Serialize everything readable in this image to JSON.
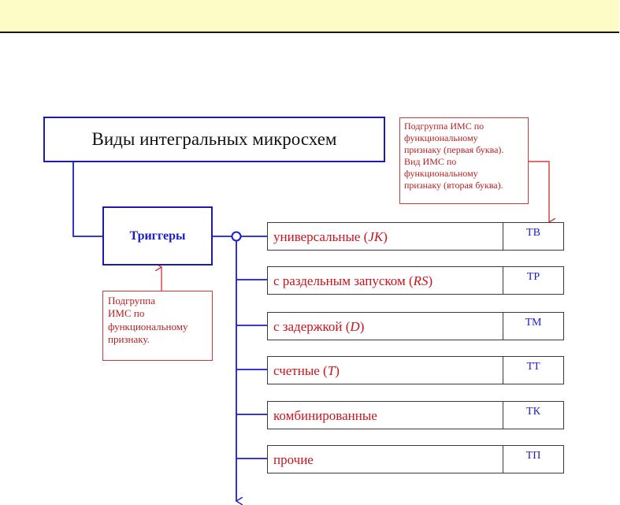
{
  "diagram": {
    "title": "Виды интегральных микросхем",
    "trigger_box": "Триггеры",
    "note_top": "Подгруппа ИМС по\nфункциональному\nпризнаку (первая буква).\nВид ИМС по\nфункциональному\nпризнаку (вторая буква).",
    "note_left": "Подгруппа\nИМС по\nфункциональному\nпризнаку.",
    "rows": [
      {
        "label_main": "универсальные (",
        "label_italic": "JK",
        "label_end": ")",
        "code": "ТВ"
      },
      {
        "label_main": "с раздельным запуском (",
        "label_italic": "RS",
        "label_end": ")",
        "code": "ТР"
      },
      {
        "label_main": "с задержкой (",
        "label_italic": "D",
        "label_end": ")",
        "code": "ТМ"
      },
      {
        "label_main": "счетные (",
        "label_italic": "T",
        "label_end": ")",
        "code": "ТТ"
      },
      {
        "label_main": "комбинированные",
        "label_italic": "",
        "label_end": "",
        "code": "ТК"
      },
      {
        "label_main": "прочие",
        "label_italic": "",
        "label_end": "",
        "code": "ТП"
      }
    ],
    "colors": {
      "header_bg": "#fdfbc6",
      "box_border": "#1c1ca8",
      "wire": "#1c1cd0",
      "note_red": "#d23a3a",
      "label_red": "#c8141e",
      "code_blue": "#1c1cc8"
    }
  }
}
